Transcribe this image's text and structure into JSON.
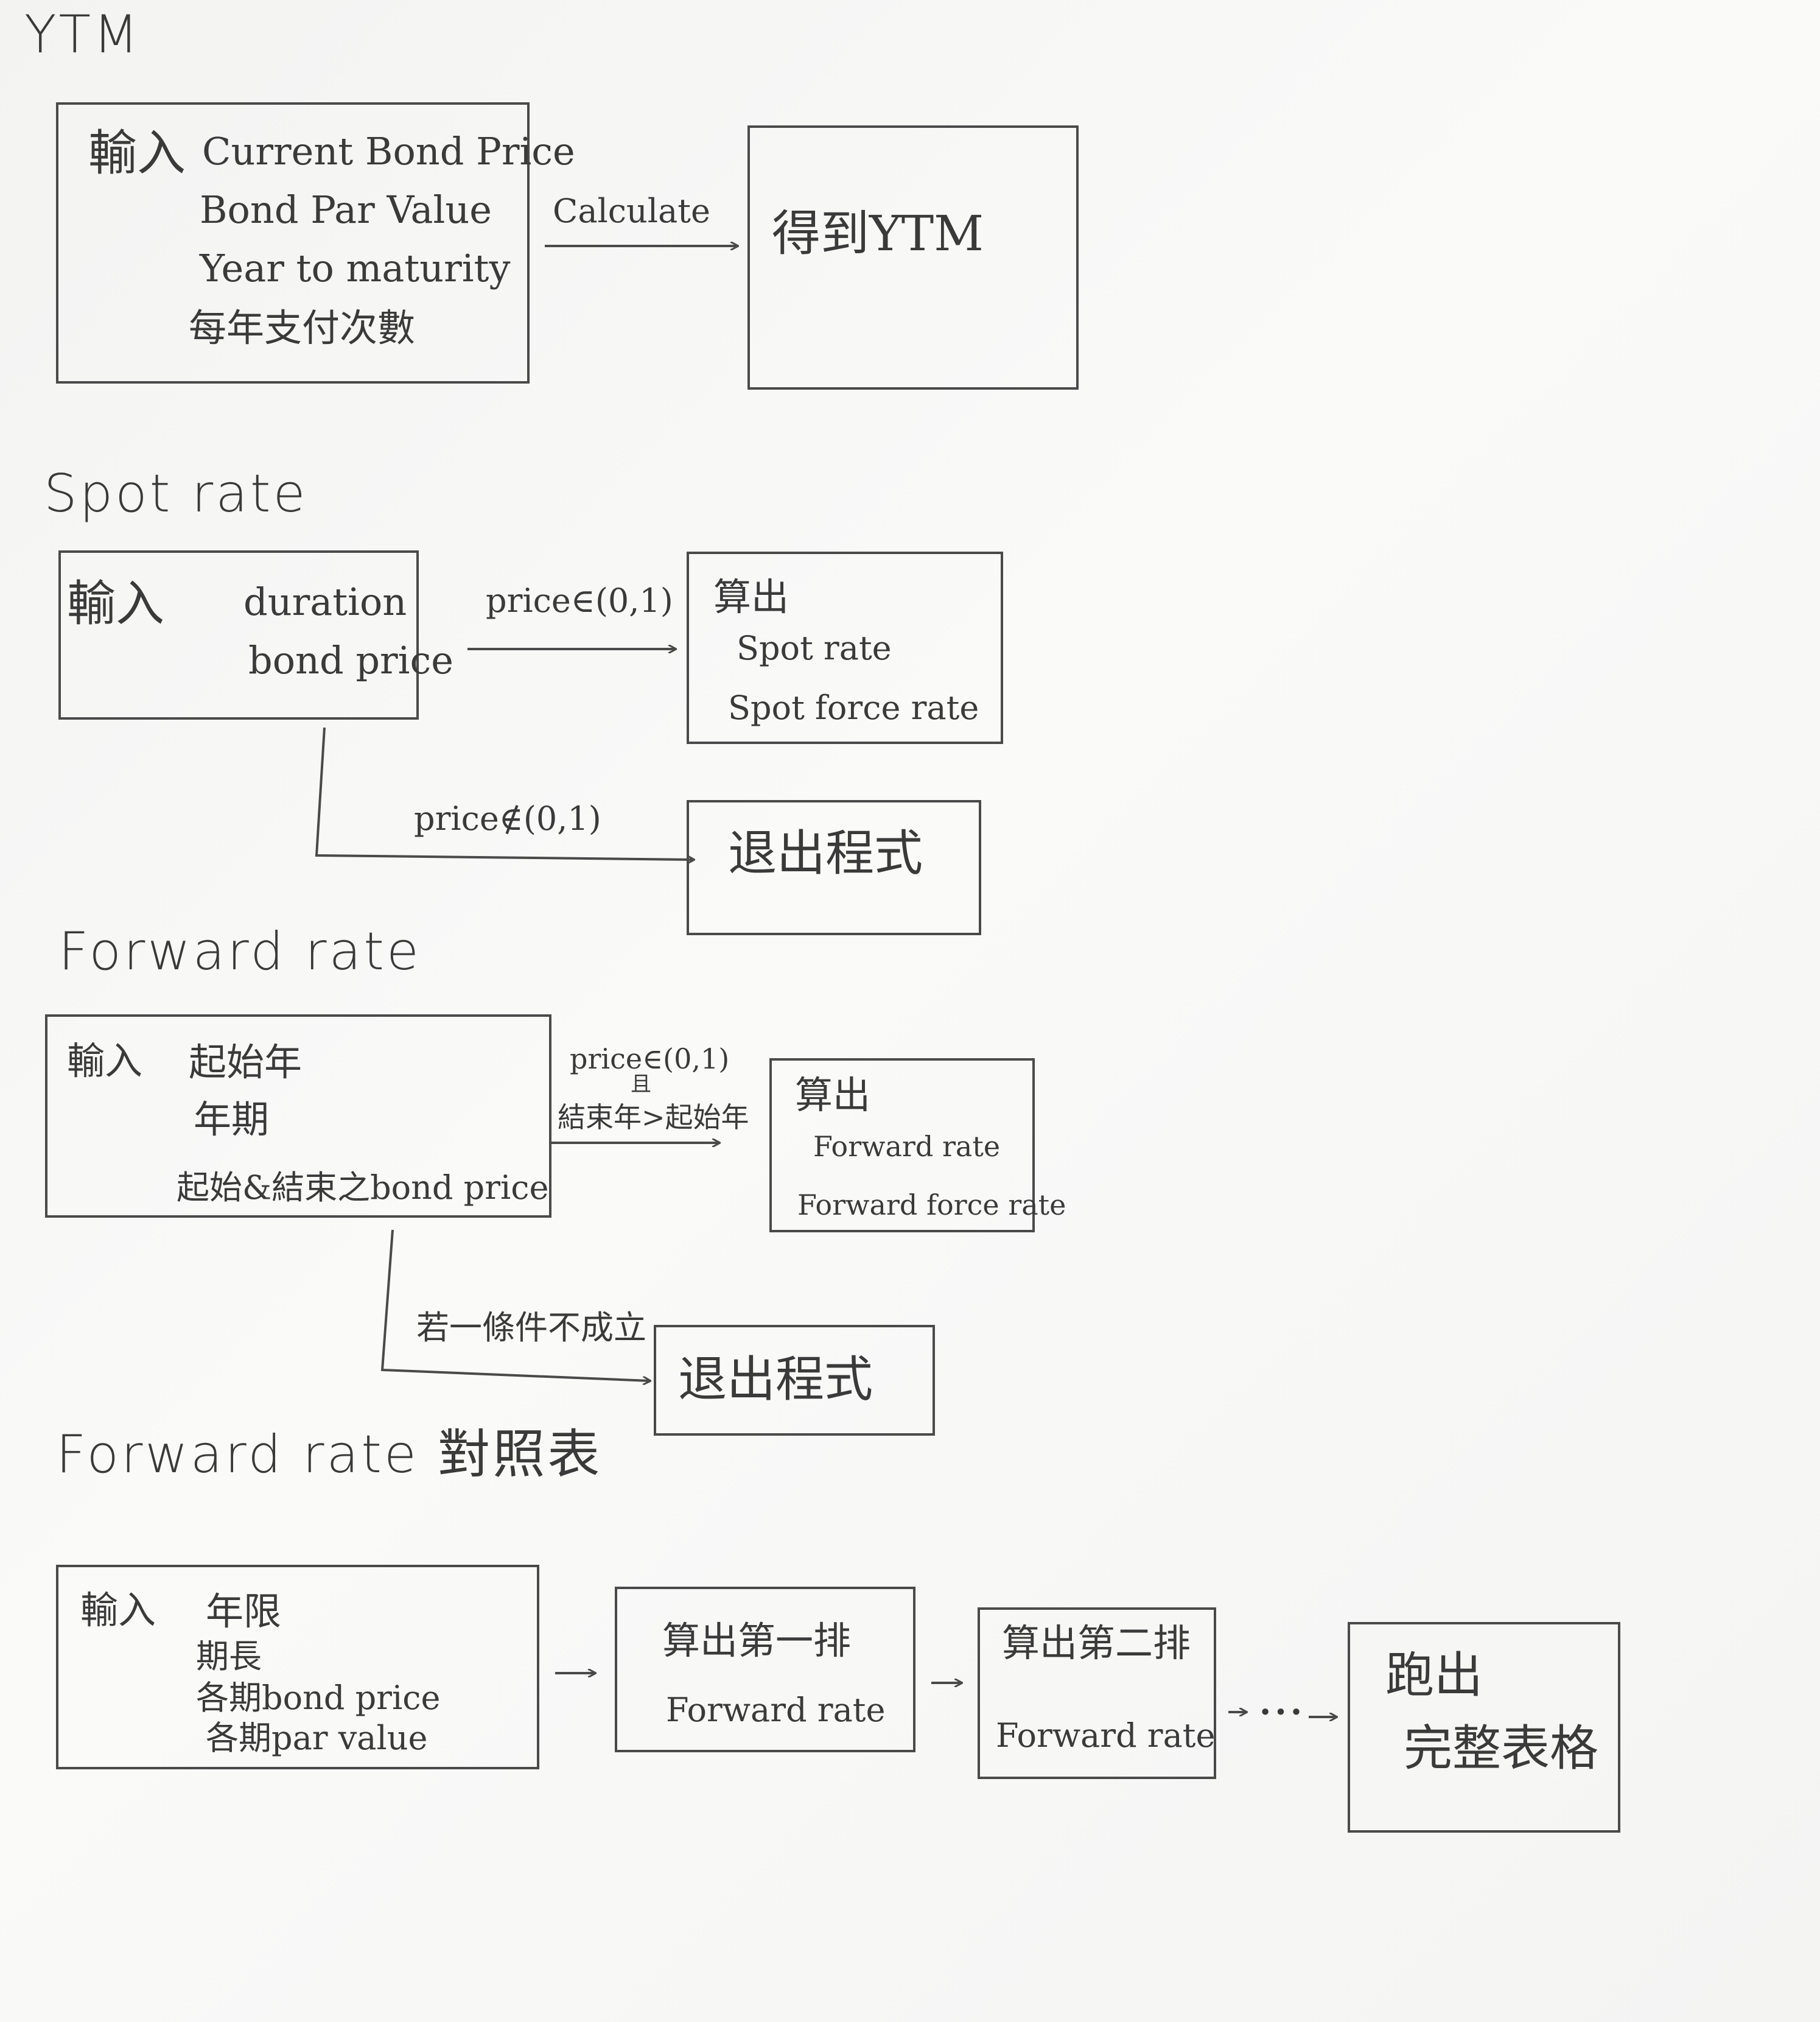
{
  "sections": {
    "ytm": {
      "title": "YTM",
      "input_prefix": "輸入",
      "inputs": [
        "Current Bond Price",
        "Bond Par Value",
        "Year to maturity",
        "每年支付次數"
      ],
      "arrow_label": "Calculate",
      "output": "得到YTM"
    },
    "spot": {
      "title": "Spot rate",
      "input_prefix": "輸入",
      "inputs": [
        "duration",
        "bond price"
      ],
      "ok_label": "price∈(0,1)",
      "output_prefix": "算出",
      "outputs": [
        "Spot rate",
        "Spot force rate"
      ],
      "fail_label": "price∉(0,1)",
      "exit": "退出程式"
    },
    "forward": {
      "title": "Forward rate",
      "input_prefix": "輸入",
      "inputs": [
        "起始年",
        "年期",
        "起始&結束之bond price"
      ],
      "ok_label_1": "price∈(0,1)",
      "ok_label_and": "且",
      "ok_label_2": "結束年>起始年",
      "output_prefix": "算出",
      "outputs": [
        "Forward rate",
        "Forward force rate"
      ],
      "fail_label": "若一條件不成立",
      "exit": "退出程式"
    },
    "table": {
      "title": "Forward rate 對照表",
      "input_prefix": "輸入",
      "inputs": [
        "年限",
        "期長",
        "各期bond price",
        "各期par value"
      ],
      "step1_line1": "算出第一排",
      "step1_line2": "Forward rate",
      "step2_line1": "算出第二排",
      "step2_line2": "Forward rate",
      "ellipsis": "···",
      "final_line1": "跑出",
      "final_line2": "完整表格"
    }
  }
}
